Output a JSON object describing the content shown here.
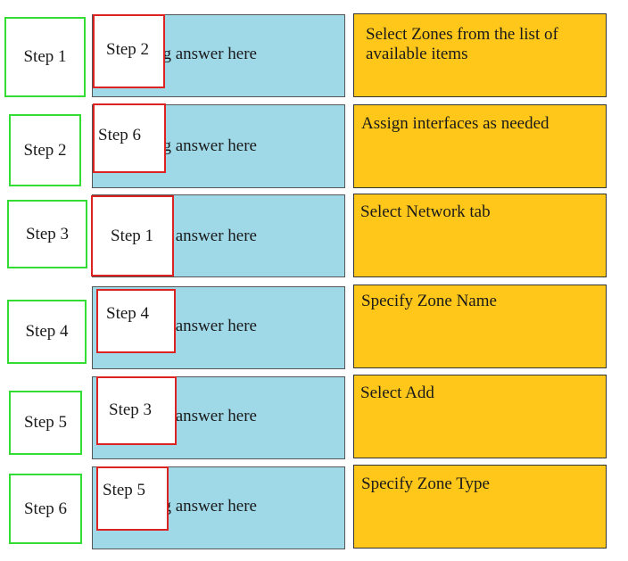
{
  "steps": [
    {
      "label": "Step 1",
      "dropped": "Step 2",
      "description": "Select Zones from the list of available items"
    },
    {
      "label": "Step 2",
      "dropped": "Step 6",
      "description": "Assign interfaces as needed"
    },
    {
      "label": "Step 3",
      "dropped": "Step 1",
      "description": "Select Network tab"
    },
    {
      "label": "Step 4",
      "dropped": "Step 4",
      "description": "Specify Zone Name"
    },
    {
      "label": "Step 5",
      "dropped": "Step 3",
      "description": "Select Add"
    },
    {
      "label": "Step 6",
      "dropped": "Step 5",
      "description": "Specify Zone Type"
    }
  ],
  "drop_placeholder": "Drag answer here"
}
